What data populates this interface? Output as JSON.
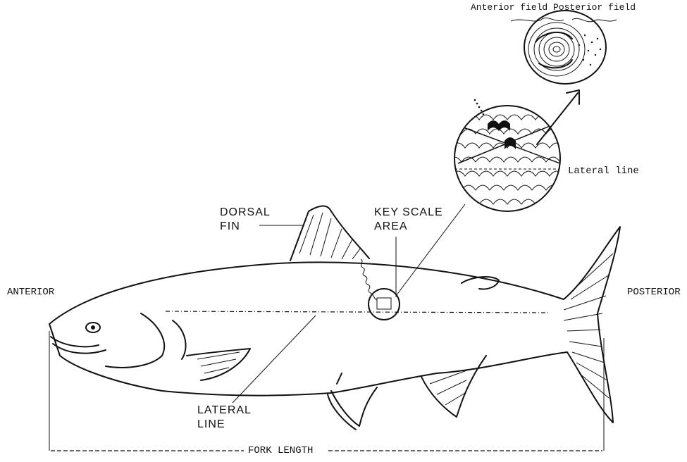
{
  "labels": {
    "anterior": "ANTERIOR",
    "posterior": "POSTERIOR",
    "dorsal_fin_line1": "DORSAL",
    "dorsal_fin_line2": "FIN",
    "key_scale_line1": "KEY SCALE",
    "key_scale_line2": "AREA",
    "lateral_line_caption1": "LATERAL",
    "lateral_line_caption2": "LINE",
    "lateral_line_inset": "Lateral line",
    "fork_length": "FORK LENGTH",
    "scale_header": "Anterior field   Posterior field"
  },
  "icons": [
    "fish-outline-icon",
    "scale-patch-inset-icon",
    "single-scale-icon",
    "arrow-icon"
  ],
  "colors": {
    "ink": "#111111",
    "background": "#ffffff"
  }
}
